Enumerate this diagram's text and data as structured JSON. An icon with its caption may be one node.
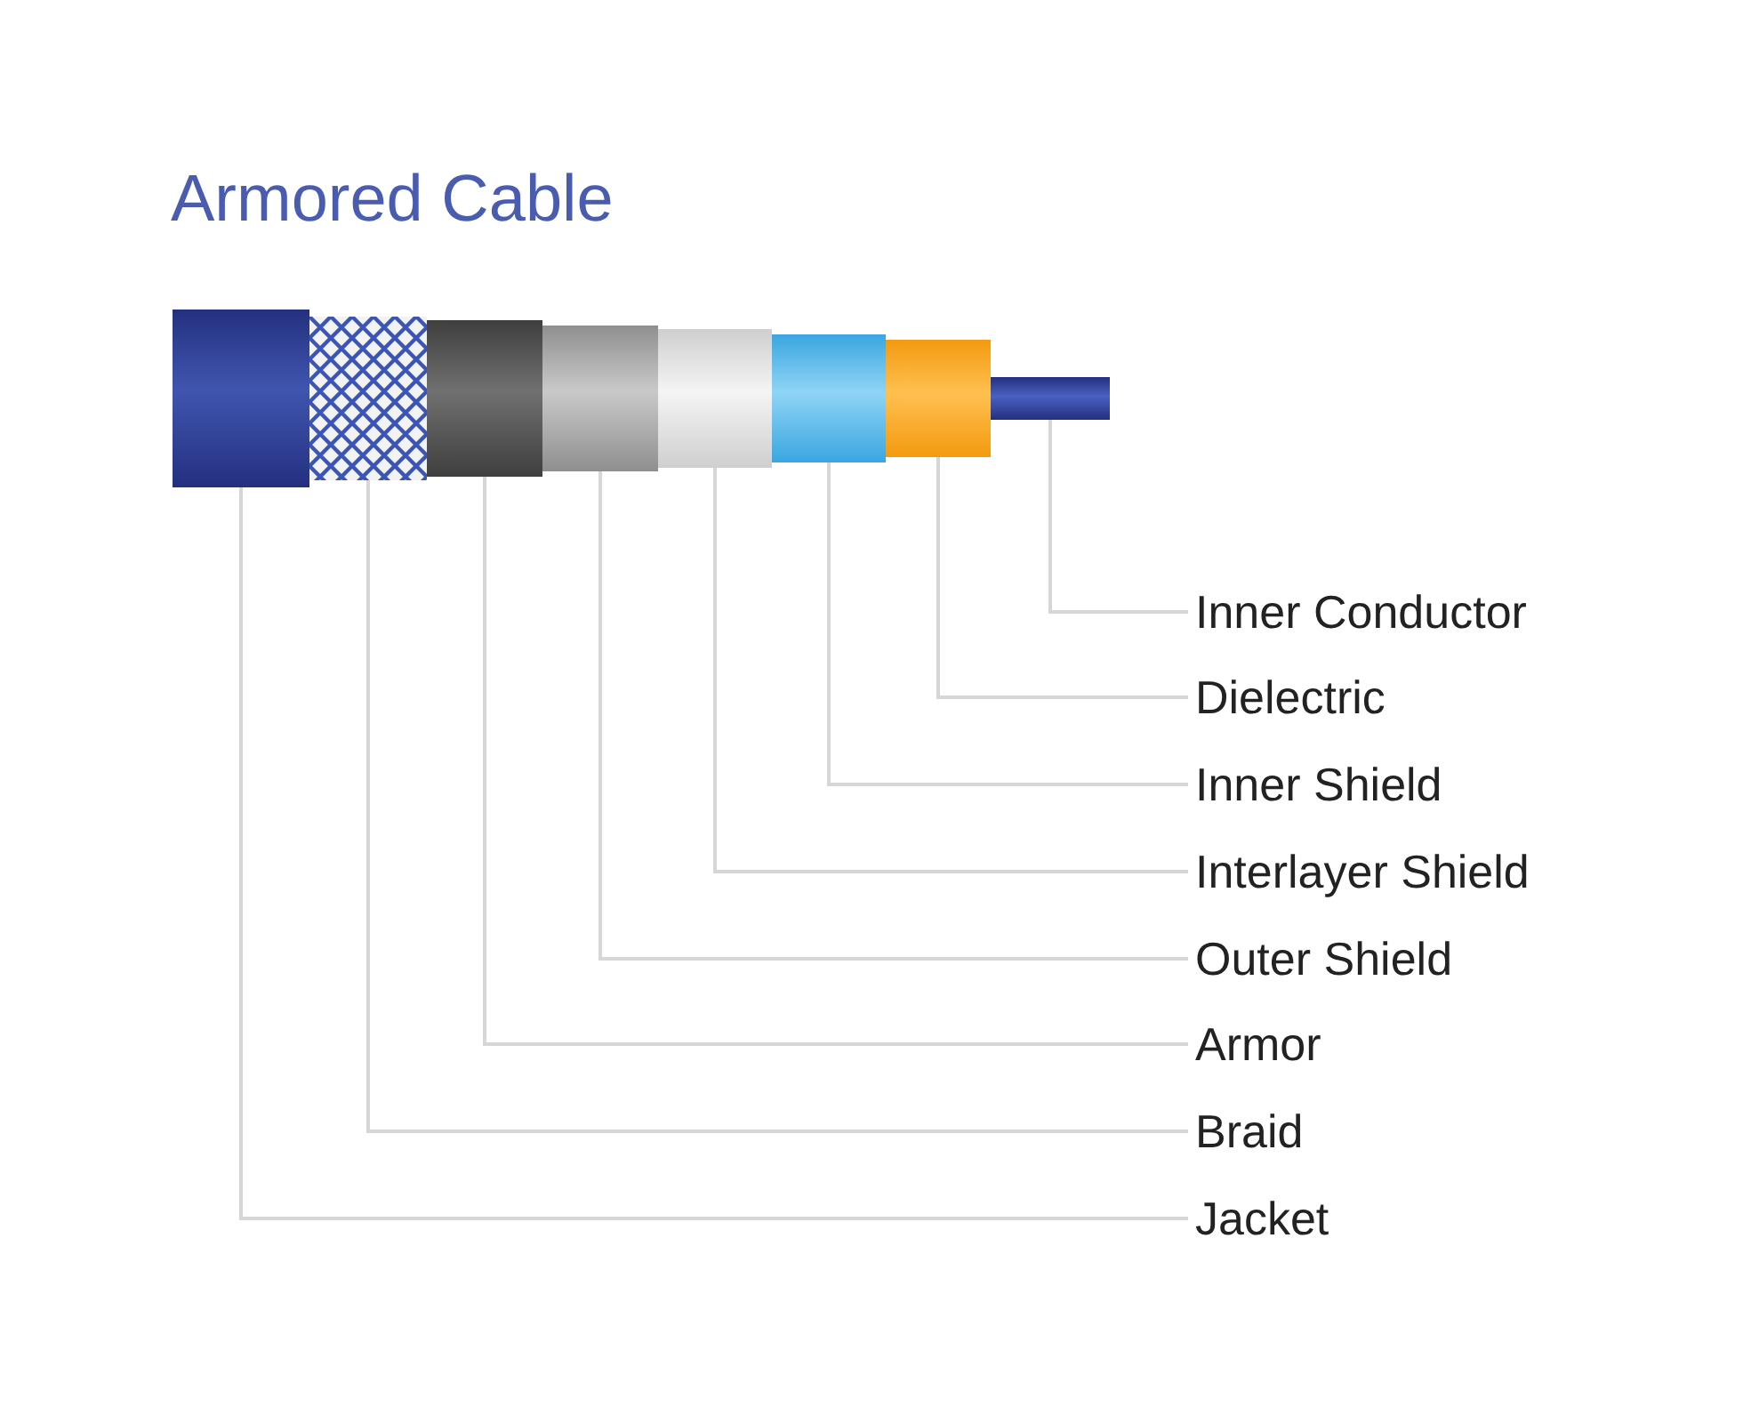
{
  "diagram": {
    "title": "Armored Cable",
    "nodes": [
      {
        "text": [],
        "shape": "box"
      },
      {
        "text": [],
        "shape": "box"
      },
      {
        "text": [],
        "shape": "box"
      },
      {
        "text": [],
        "shape": "box"
      },
      {
        "text": [],
        "shape": "box"
      },
      {
        "text": [],
        "shape": "box"
      },
      {
        "text": [],
        "shape": "box"
      },
      {
        "text": [],
        "shape": "box"
      },
      {
        "text": [
          "Inner Conductor"
        ]
      },
      {
        "text": [
          "Dielectric"
        ]
      },
      {
        "text": [
          "Inner Shield"
        ]
      },
      {
        "text": [
          "Interlayer Shield"
        ]
      },
      {
        "text": [
          "Outer Shield"
        ]
      },
      {
        "text": [
          "Armor"
        ]
      },
      {
        "text": [
          "Braid"
        ]
      },
      {
        "text": [
          "Jacket"
        ]
      }
    ],
    "edges": [
      {
        "from": 8,
        "to": 7,
        "arrow": "none"
      },
      {
        "from": 9,
        "to": 6,
        "arrow": "none"
      },
      {
        "from": 10,
        "to": 5,
        "arrow": "none"
      },
      {
        "from": 11,
        "to": 4,
        "arrow": "none"
      },
      {
        "from": 12,
        "to": 3,
        "arrow": "none"
      },
      {
        "from": 13,
        "to": 2,
        "arrow": "none"
      },
      {
        "from": 14,
        "to": 1,
        "arrow": "none"
      },
      {
        "from": 15,
        "to": 0,
        "arrow": "none"
      }
    ]
  }
}
